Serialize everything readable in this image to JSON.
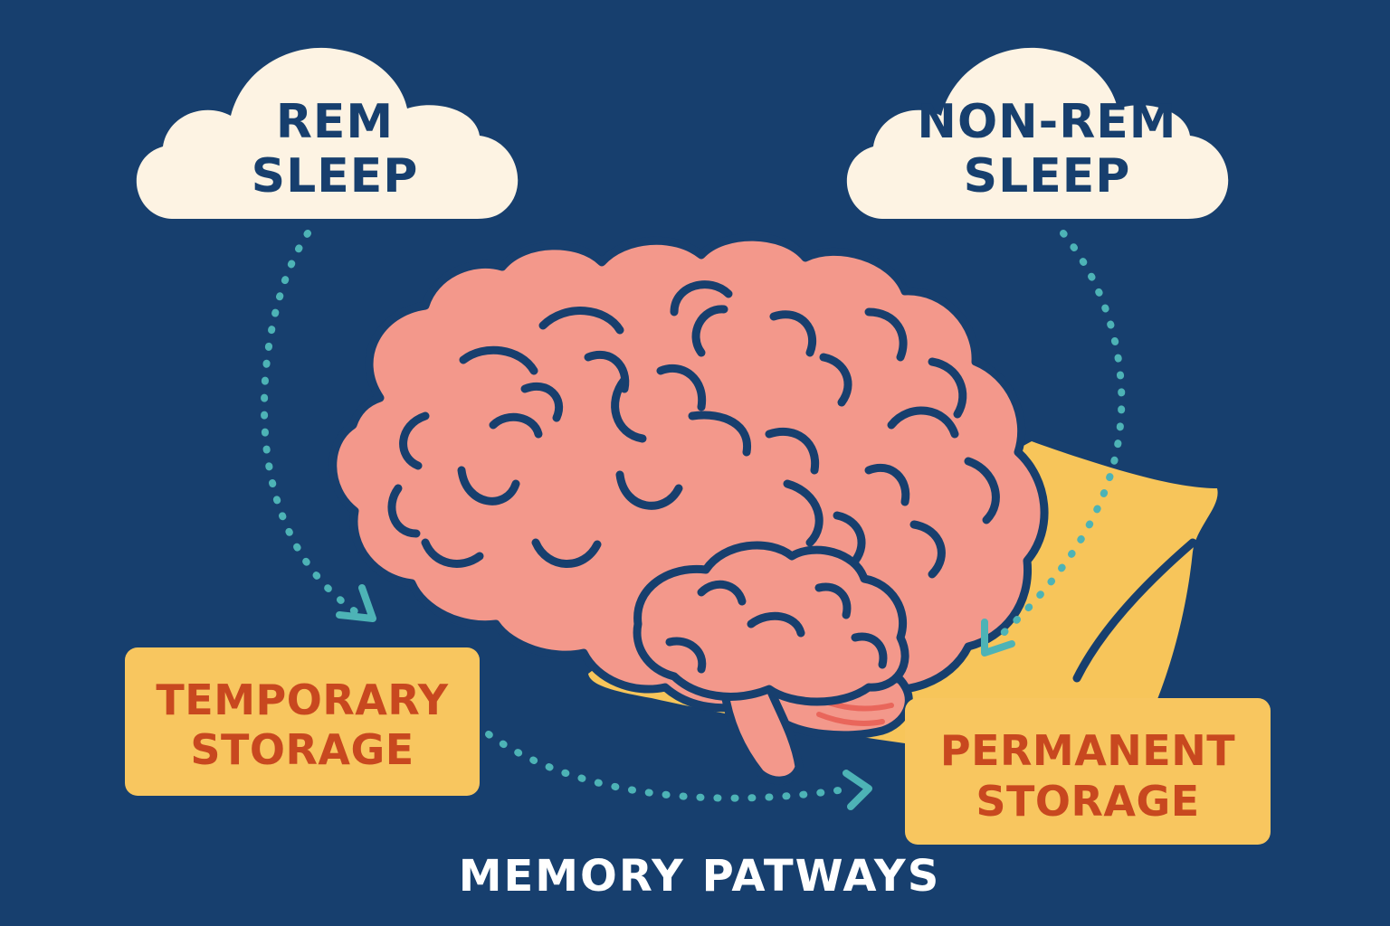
{
  "colors": {
    "background": "#173f6e",
    "cloud": "#fdf3e3",
    "cloud_text": "#173f6e",
    "brain": "#f3988b",
    "brain_outline": "#173f6e",
    "pillow": "#f7c55a",
    "storage_box": "#f8c65f",
    "storage_text": "#c8481f",
    "arrow": "#4db3b6",
    "title": "#ffffff"
  },
  "clouds": {
    "rem": {
      "line1": "REM",
      "line2": "SLEEP"
    },
    "nonrem": {
      "line1": "NON-REM",
      "line2": "SLEEP"
    }
  },
  "storage": {
    "temporary": {
      "line1": "TEMPORARY",
      "line2": "STORAGE"
    },
    "permanent": {
      "line1": "PERMANENT",
      "line2": "STORAGE"
    }
  },
  "title": "MEMORY PATWAYS",
  "icons": [
    "cloud-icon",
    "brain-icon",
    "pillow-icon",
    "arrow-icon"
  ]
}
